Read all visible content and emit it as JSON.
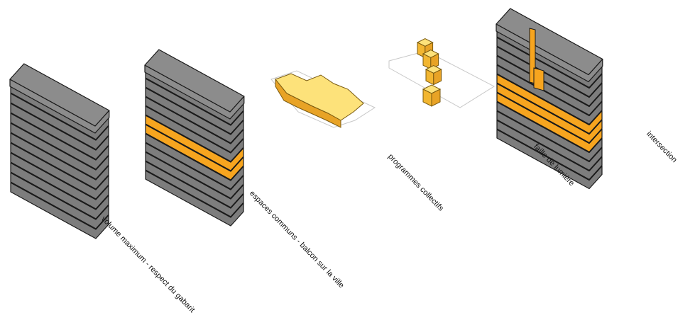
{
  "colors": {
    "slab_fill": "#7d7d7d",
    "slab_top": "#8c8c8c",
    "slab_stroke": "#1a1a1a",
    "orange": "#f7a51f",
    "yellow": "#fde27a",
    "yellow_side": "#f2b631",
    "yellow_front": "#e8a326",
    "ghost_stroke": "#c8c8c8"
  },
  "labels": {
    "step1": "volume maximum - respect du gabarit",
    "step2": "espaces communs - balcon sur la ville",
    "step3": "programmes  collectifs",
    "step4": "faille de lumière",
    "step5": "intersection"
  }
}
